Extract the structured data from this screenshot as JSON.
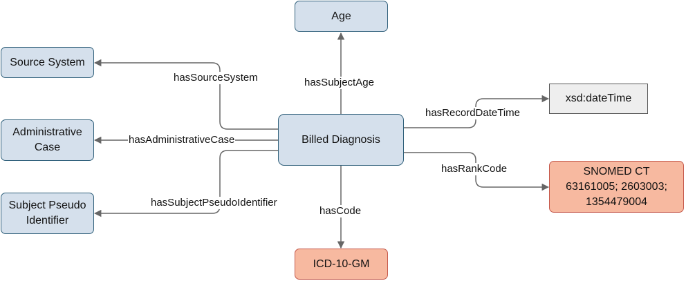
{
  "nodes": {
    "age": "Age",
    "source_system": "Source System",
    "administrative_case": "Administrative\nCase",
    "subject_pseudo_identifier": "Subject Pseudo\nIdentifier",
    "billed_diagnosis": "Billed Diagnosis",
    "xsd_datetime": "xsd:dateTime",
    "snomed_ct": "SNOMED CT\n63161005; 2603003;\n1354479004",
    "icd_10_gm": "ICD-10-GM"
  },
  "edges": {
    "has_subject_age": "hasSubjectAge",
    "has_source_system": "hasSourceSystem",
    "has_administrative_case": "hasAdministrativeCase",
    "has_subject_pseudo_identifier": "hasSubjectPseudoIdentifier",
    "has_record_date_time": "hasRecordDateTime",
    "has_rank_code": "hasRankCode",
    "has_code": "hasCode"
  },
  "colors": {
    "entity_fill": "#d5e0ec",
    "entity_border": "#2f5f7a",
    "literal_fill": "#eeeeee",
    "code_fill": "#f7b9a0",
    "code_border": "#c4574a",
    "edge": "#666666"
  }
}
